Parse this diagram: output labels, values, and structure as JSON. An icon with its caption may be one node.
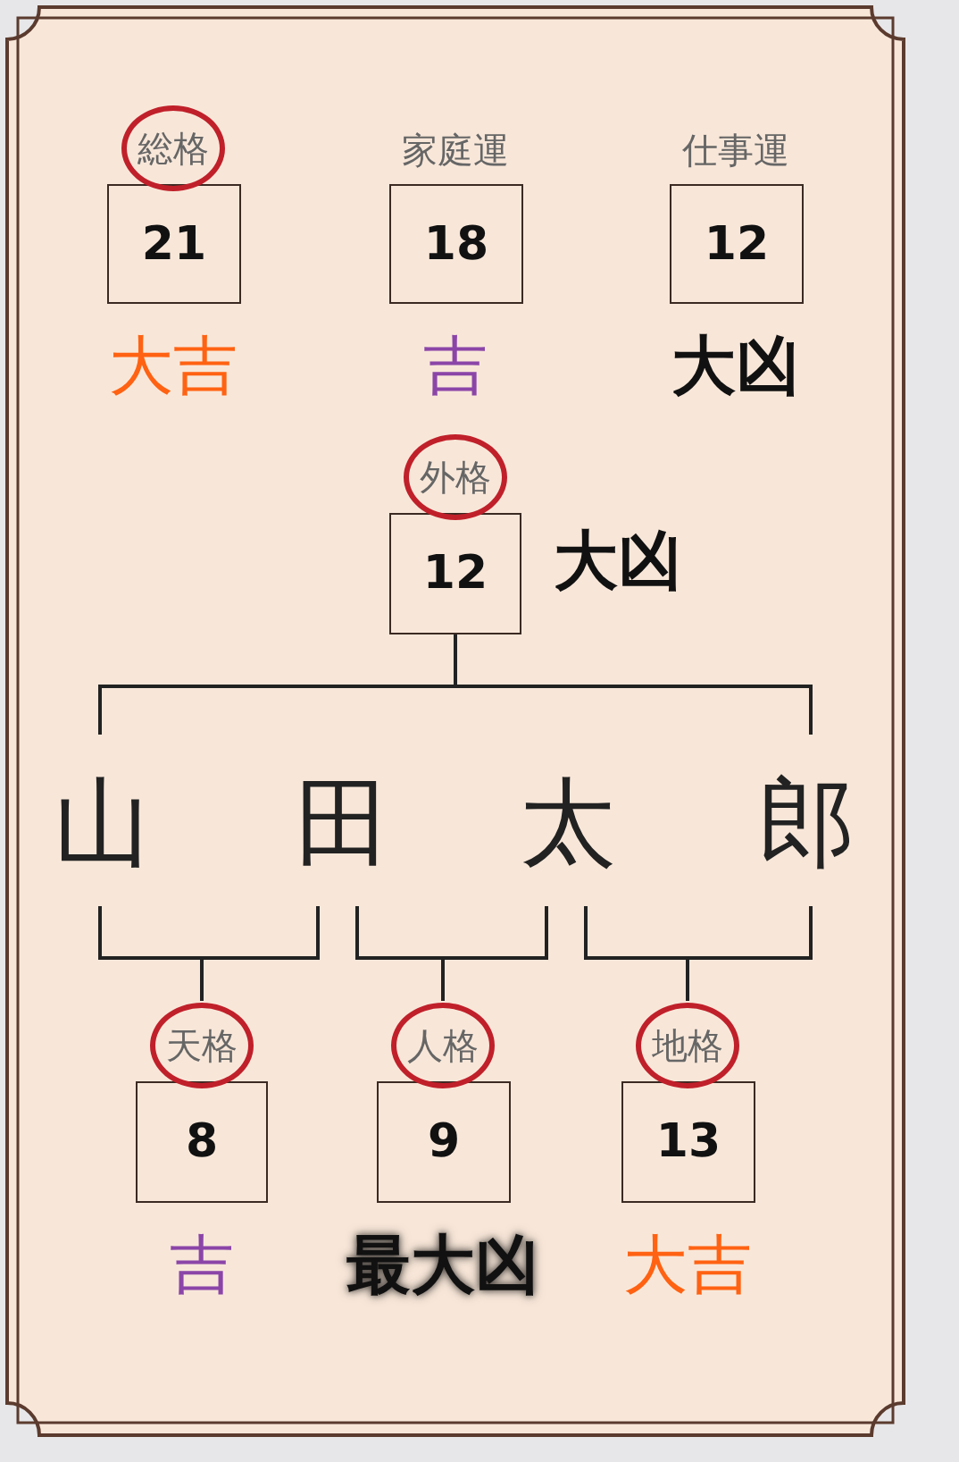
{
  "diagram": {
    "nodes": [
      {
        "text": [
          "総格",
          "21"
        ],
        "beside": [
          "大吉"
        ]
      },
      {
        "text": [
          "家庭運",
          "18"
        ],
        "beside": [
          "吉"
        ]
      },
      {
        "text": [
          "仕事運",
          "12"
        ],
        "beside": [
          "大凶"
        ]
      },
      {
        "text": [
          "外格",
          "12"
        ],
        "beside": [
          "大凶"
        ]
      },
      {
        "text": [
          "天格",
          "8"
        ],
        "beside": [
          "吉"
        ]
      },
      {
        "text": [
          "人格",
          "9"
        ],
        "beside": [
          "最大凶"
        ]
      },
      {
        "text": [
          "地格",
          "13"
        ],
        "beside": [
          "大吉"
        ]
      }
    ],
    "labels": [
      "山",
      "田",
      "太",
      "郎"
    ]
  }
}
